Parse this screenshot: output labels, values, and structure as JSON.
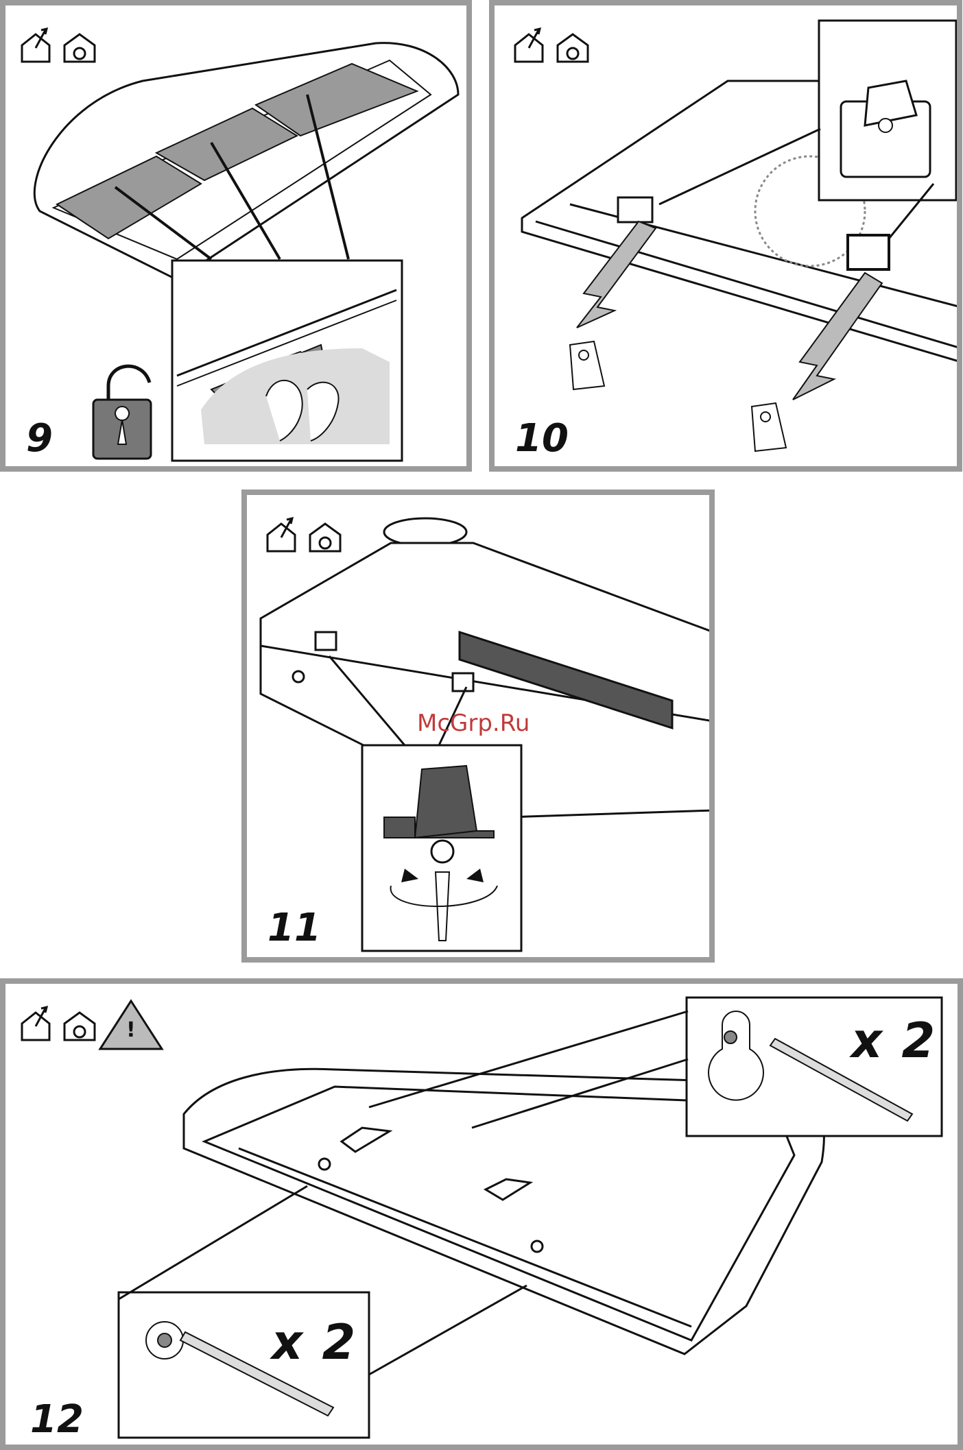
{
  "steps": {
    "s9": {
      "number": "9"
    },
    "s10": {
      "number": "10"
    },
    "s11": {
      "number": "11"
    },
    "s12": {
      "number": "12",
      "inset_top_multiplier": "x 2",
      "inset_bottom_multiplier": "x 2"
    }
  },
  "watermark": "McGrp.Ru",
  "icons": {
    "mode_icons": [
      "duct-out-house-icon",
      "recirculation-house-icon"
    ],
    "lock": "unlock-padlock-icon",
    "warning": "warning-triangle-icon",
    "warning_glyph": "!"
  },
  "colors": {
    "frame": "#9b9b9b",
    "part_dark": "#555555",
    "filter_gray": "#9a9a9a",
    "watermark": "#c23a3a"
  }
}
